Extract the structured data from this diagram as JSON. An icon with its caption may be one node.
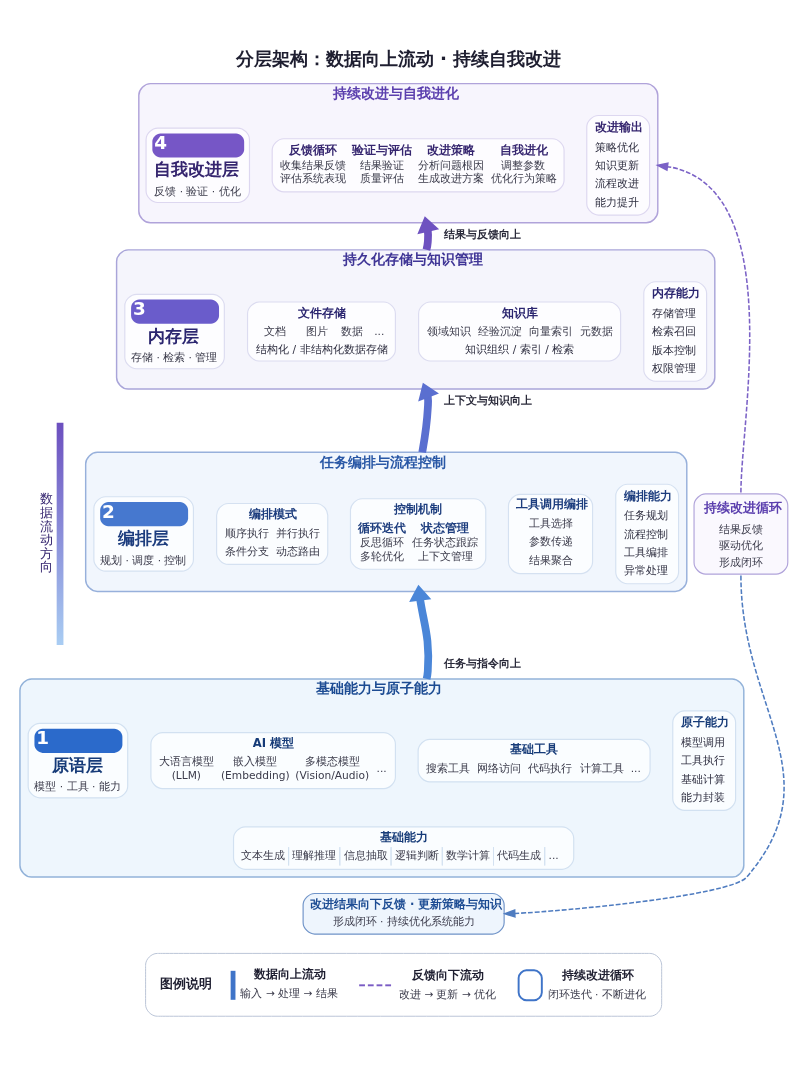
{
  "diagram": {
    "title": "分层架构：数据向上流动 · 持续自我改进",
    "nodes": [
      {
        "text": [
          "持续改进与自我进化"
        ]
      },
      {
        "text": [
          "4",
          "自我改进层",
          "反馈 · 验证 · 优化"
        ],
        "in": 0
      },
      {
        "text": [
          "反馈循环",
          "收集结果反馈",
          "评估系统表现",
          "验证与评估",
          "结果验证",
          "质量评估",
          "改进策略",
          "分析问题根因",
          "生成改进方案",
          "自我进化",
          "调整参数",
          "优化行为策略"
        ],
        "in": 0
      },
      {
        "text": [
          "改进输出",
          "策略优化",
          "知识更新",
          "流程改进",
          "能力提升"
        ],
        "in": 0
      },
      {
        "text": [
          "持久化存储与知识管理"
        ]
      },
      {
        "text": [
          "3",
          "内存层",
          "存储 · 检索 · 管理"
        ],
        "in": 4
      },
      {
        "text": [
          "文件存储",
          "文档",
          "图片",
          "数据",
          "...",
          "结构化 / 非结构化数据存储"
        ],
        "in": 4
      },
      {
        "text": [
          "知识库",
          "领域知识",
          "经验沉淀",
          "向量索引",
          "元数据",
          "知识组织 / 索引 / 检索"
        ],
        "in": 4
      },
      {
        "text": [
          "内存能力",
          "存储管理",
          "检索召回",
          "版本控制",
          "权限管理"
        ],
        "in": 4
      },
      {
        "text": [
          "任务编排与流程控制"
        ]
      },
      {
        "text": [
          "2",
          "编排层",
          "规划 · 调度 · 控制"
        ],
        "in": 9
      },
      {
        "text": [
          "编排模式",
          "顺序执行",
          "并行执行",
          "条件分支",
          "动态路由"
        ],
        "in": 9
      },
      {
        "text": [
          "控制机制",
          "循环迭代",
          "反思循环",
          "多轮优化",
          "状态管理",
          "任务状态跟踪",
          "上下文管理"
        ],
        "in": 9
      },
      {
        "text": [
          "工具调用编排",
          "工具选择",
          "参数传递",
          "结果聚合"
        ],
        "in": 9
      },
      {
        "text": [
          "编排能力",
          "任务规划",
          "流程控制",
          "工具编排",
          "异常处理"
        ],
        "in": 9
      },
      {
        "text": [
          "基础能力与原子能力"
        ]
      },
      {
        "text": [
          "1",
          "原语层",
          "模型 · 工具 · 能力"
        ],
        "in": 15
      },
      {
        "text": [
          "AI 模型",
          "大语言模型 (LLM)",
          "嵌入模型 (Embedding)",
          "多模态模型 (Vision/Audio)",
          "..."
        ],
        "in": 15
      },
      {
        "text": [
          "基础工具",
          "搜索工具",
          "网络访问",
          "代码执行",
          "计算工具",
          "..."
        ],
        "in": 15
      },
      {
        "text": [
          "基础能力",
          "文本生成",
          "理解推理",
          "信息抽取",
          "逻辑判断",
          "数学计算",
          "代码生成",
          "..."
        ],
        "in": 15
      },
      {
        "text": [
          "原子能力",
          "模型调用",
          "工具执行",
          "基础计算",
          "能力封装"
        ],
        "in": 15
      },
      {
        "text": [
          "持续改进循环",
          "结果反馈",
          "驱动优化",
          "形成闭环"
        ]
      },
      {
        "text": [
          "改进结果向下反馈 · 更新策略与知识",
          "形成闭环 · 持续优化系统能力"
        ]
      }
    ],
    "edges": [
      {
        "from": 15,
        "to": 9,
        "arrow": "to",
        "label": "任务与指令向上",
        "color": "#4a86d8"
      },
      {
        "from": 9,
        "to": 4,
        "arrow": "to",
        "label": "上下文与知识向上",
        "color": "#5a6fd0"
      },
      {
        "from": 4,
        "to": 0,
        "arrow": "to",
        "label": "结果与反馈向上",
        "color": "#6e52c0"
      },
      {
        "from": 21,
        "to": 0,
        "arrow": "to",
        "style": "dashed",
        "color": "#7b62c6"
      },
      {
        "from": 21,
        "to": 22,
        "arrow": "to",
        "style": "dashed",
        "color": "#4f7cc0"
      }
    ],
    "labels": [
      "数据流动方向",
      "图例说明",
      "输入 → 处理 → 结果",
      "改进 → 更新 → 优化",
      "闭环迭代 · 不断进化"
    ],
    "legend": [
      {
        "text": "数据向上流动"
      },
      {
        "text": "反馈向下流动"
      },
      {
        "text": "持续改进循环"
      }
    ]
  }
}
